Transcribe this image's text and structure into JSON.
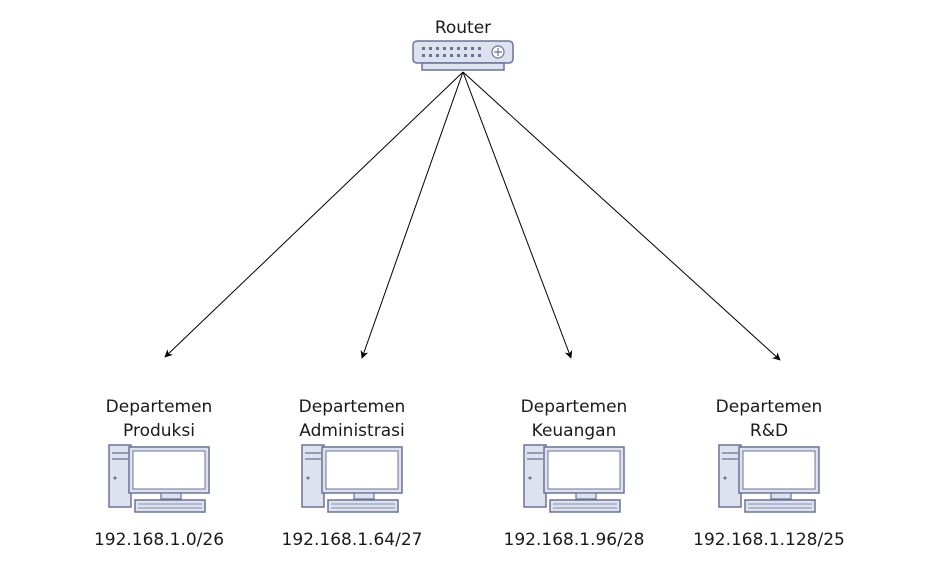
{
  "router": {
    "label": "Router",
    "icon": "router-icon"
  },
  "departments": [
    {
      "line1": "Departemen",
      "line2": "Produksi",
      "subnet": "192.168.1.0/26",
      "icon": "computer-icon"
    },
    {
      "line1": "Departemen",
      "line2": "Administrasi",
      "subnet": "192.168.1.64/27",
      "icon": "computer-icon"
    },
    {
      "line1": "Departemen",
      "line2": "Keuangan",
      "subnet": "192.168.1.96/28",
      "icon": "computer-icon"
    },
    {
      "line1": "Departemen",
      "line2": "R&D",
      "subnet": "192.168.1.128/25",
      "icon": "computer-icon"
    }
  ],
  "colors": {
    "device_fill": "#dde1f0",
    "device_stroke": "#6b7393",
    "line": "#000000"
  }
}
